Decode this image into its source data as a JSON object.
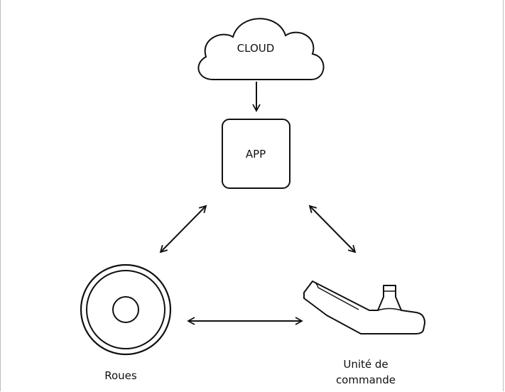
{
  "nodes": {
    "cloud": {
      "label": "CLOUD",
      "icon": "cloud-icon"
    },
    "app": {
      "label": "APP",
      "icon": "app-box-icon"
    },
    "wheels": {
      "label": "Roues",
      "icon": "wheel-icon"
    },
    "control_unit": {
      "label_line1": "Unité de",
      "label_line2": "commande",
      "icon": "control-unit-icon"
    }
  },
  "edges": [
    {
      "from": "cloud",
      "to": "app",
      "direction": "one-way"
    },
    {
      "from": "app",
      "to": "wheels",
      "direction": "two-way"
    },
    {
      "from": "app",
      "to": "control_unit",
      "direction": "two-way"
    },
    {
      "from": "wheels",
      "to": "control_unit",
      "direction": "two-way"
    }
  ],
  "colors": {
    "stroke": "#111111",
    "background": "#ffffff"
  }
}
